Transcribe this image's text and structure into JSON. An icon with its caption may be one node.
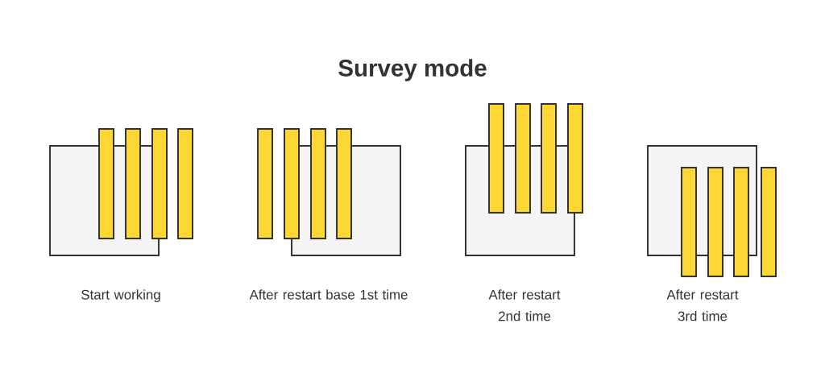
{
  "diagram": {
    "title": "Survey mode",
    "nodes": [
      {
        "text": [],
        "shape": "box"
      },
      {
        "text": [],
        "shape": "bar"
      },
      {
        "text": [],
        "shape": "bar"
      },
      {
        "text": [],
        "shape": "bar"
      },
      {
        "text": [],
        "shape": "bar"
      },
      {
        "text": [],
        "shape": "box"
      },
      {
        "text": [],
        "shape": "bar"
      },
      {
        "text": [],
        "shape": "bar"
      },
      {
        "text": [],
        "shape": "bar"
      },
      {
        "text": [],
        "shape": "bar"
      },
      {
        "text": [],
        "shape": "box"
      },
      {
        "text": [],
        "shape": "bar"
      },
      {
        "text": [],
        "shape": "bar"
      },
      {
        "text": [],
        "shape": "bar"
      },
      {
        "text": [],
        "shape": "bar"
      },
      {
        "text": [],
        "shape": "box"
      },
      {
        "text": [],
        "shape": "bar"
      },
      {
        "text": [],
        "shape": "bar"
      },
      {
        "text": [],
        "shape": "bar"
      },
      {
        "text": [],
        "shape": "bar"
      }
    ],
    "labels": [
      "Start working",
      "After restart base 1st time",
      "After restart 2nd time",
      "After restart 3rd time"
    ]
  }
}
